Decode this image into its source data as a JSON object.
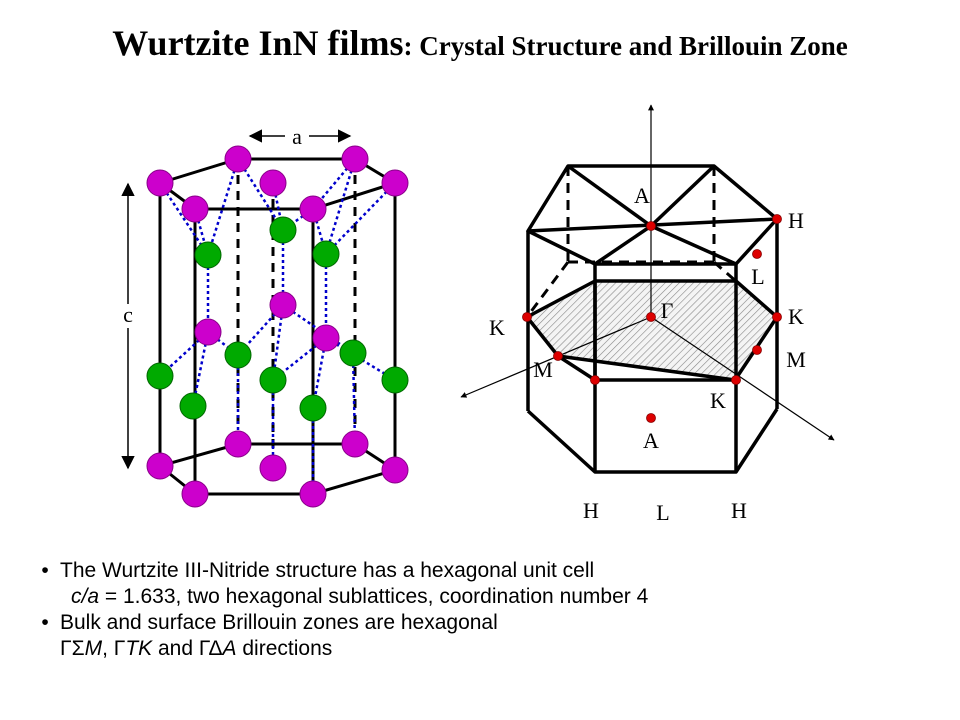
{
  "title": {
    "main": "Wurtzite InN films",
    "subtitle": ": Crystal Structure and Brillouin Zone"
  },
  "crystal": {
    "label_a": "a",
    "label_c": "c",
    "colors": {
      "indium_atom": "#cc00cc",
      "nitrogen_atom": "#00aa00",
      "bond": "#0000cc"
    }
  },
  "brillouin_zone": {
    "points": {
      "A_top": "A",
      "H_top": "H",
      "L_right": "L",
      "Gamma": "Γ",
      "K_left": "K",
      "K_right": "K",
      "M_left": "M",
      "M_right": "M",
      "K_front": "K",
      "A_bottom": "A",
      "H_bottom_left": "H",
      "L_bottom": "L",
      "H_bottom_right": "H"
    },
    "colors": {
      "symmetry_point": "#dd0000"
    }
  },
  "bullets": [
    {
      "text": "The Wurtzite III-Nitride structure has a hexagonal unit cell",
      "detail_italic_1": "c/a",
      "detail_1": " = 1.633, two hexagonal sublattices, coordination number 4"
    },
    {
      "text": "Bulk and surface Brillouin zones are hexagonal",
      "dir1_prefix": "ΓΣ",
      "dir1_italic": "M",
      "sep1": ", Γ",
      "dir2_italic": "TK",
      "sep2": " and ΓΔ",
      "dir3_italic": "A",
      "suffix": " directions"
    }
  ]
}
